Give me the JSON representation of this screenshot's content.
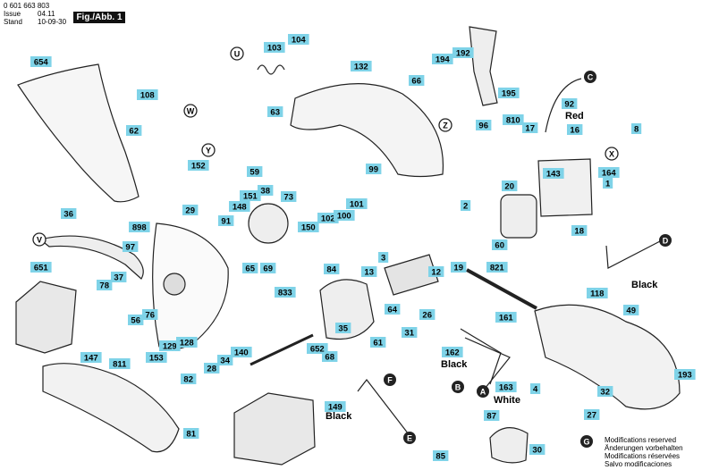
{
  "header": {
    "doc_number": "0 601 663 803",
    "issue_label": "Issue",
    "issue_value": "04.11",
    "stand_label": "Stand",
    "stand_value": "10-09-30",
    "figure_label": "Fig./Abb. 1"
  },
  "notes": [
    "Modifications reserved",
    "Änderungen vorbehalten",
    "Modifications réservées",
    "Salvo modificaciones"
  ],
  "wire_labels": {
    "red": "Red",
    "black_18": "Black",
    "black_161": "Black",
    "white_162": "White",
    "black_163": "Black"
  },
  "connectors": [
    "C",
    "X",
    "D",
    "Y",
    "Z",
    "W",
    "U",
    "V",
    "A",
    "B",
    "E",
    "F",
    "G"
  ],
  "part_numbers": [
    "654",
    "108",
    "62",
    "152",
    "29",
    "36",
    "898",
    "97",
    "651",
    "78",
    "37",
    "56",
    "76",
    "147",
    "811",
    "153",
    "129",
    "128",
    "82",
    "28",
    "34",
    "140",
    "81",
    "103",
    "104",
    "132",
    "66",
    "63",
    "59",
    "148",
    "151",
    "38",
    "73",
    "91",
    "150",
    "102",
    "100",
    "101",
    "99",
    "65",
    "69",
    "833",
    "84",
    "13",
    "3",
    "12",
    "19",
    "2",
    "20",
    "60",
    "64",
    "31",
    "61",
    "68",
    "35",
    "652",
    "821",
    "26",
    "161",
    "162",
    "163",
    "149",
    "85",
    "87",
    "30",
    "4",
    "27",
    "32",
    "49",
    "118",
    "193",
    "194",
    "192",
    "195",
    "96",
    "810",
    "17",
    "92",
    "8",
    "16",
    "1",
    "143",
    "164",
    "18"
  ]
}
